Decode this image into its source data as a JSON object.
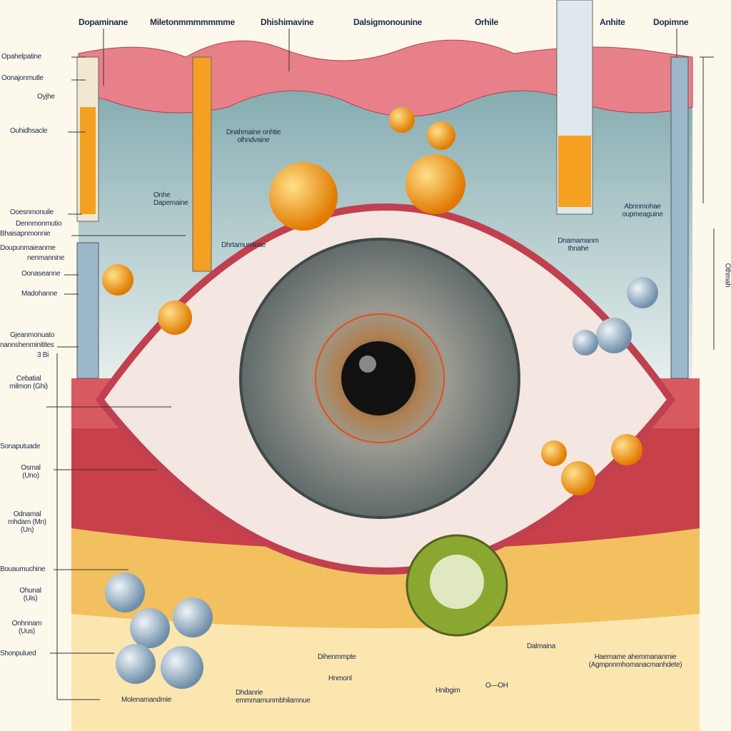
{
  "colors": {
    "background": "#fcf8ec",
    "tissue": "#e8808a",
    "fluid": "#b8d4d6",
    "iris": "#8a8f8a",
    "orange": "#f5a020",
    "label": "#1f2a4a"
  },
  "top_labels": [
    "Dopaminane",
    "Miletonmmmmmmme",
    "Dhishimavine",
    "Dalsigmonounine",
    "Orhile",
    "Anhite",
    "Dopimne"
  ],
  "left_labels": [
    "Opahelpatine",
    "Oonajonmutle",
    "Oyjhe",
    "Ouhidhsacle",
    "Ooesnmonuile",
    "Dennmonmutio",
    "Bhaisapnmonnie",
    "Doupunmaieanme",
    "nenmannine",
    "Oonaseanne",
    "Madohanne",
    "Gjeanmonuato",
    "nannshenminitites",
    "Cebatial milmon (Ghi)",
    "Sonaputuade",
    "Osmal (Uno)",
    "Odnamal mhdam (Mn) (Un)",
    "Bouaumuchine",
    "Ohunal (Uis)",
    "Onhnnam (Uus)",
    "Shonpulued"
  ],
  "inner_labels": {
    "a": "Dnahmaine onhtie olhndvaine",
    "b": "Onhe Dapemaine",
    "c": "Dhrtamuminae",
    "d": "Dnamamanm thnahe",
    "e": "Abnnmohae oupmeaguine",
    "f": "Dihenmmpte",
    "g": "Hnmonl",
    "h": "Hnibgim",
    "i": "Dalmaina",
    "j": "O—OH",
    "k": "Molenamandmie",
    "l": "Dhdanrie emmmamunmbhilamnue",
    "m": "Haemame ahemmananmie (Agmpnnmhomanacmanhdete)",
    "n": "Othmah",
    "o": "3 Bi"
  }
}
